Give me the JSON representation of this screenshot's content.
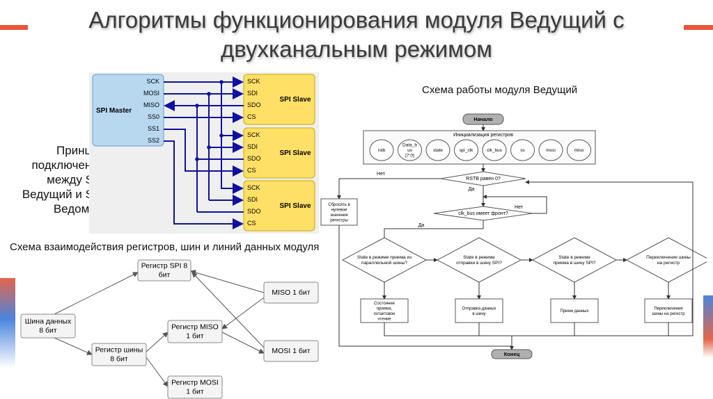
{
  "slide": {
    "title_line1": "Алгоритмы функционирования модуля Ведущий с",
    "title_line2": "двухканальным режимом",
    "principle": "Принцип подключения между SPI Ведущий и SPI Ведомые",
    "caption_flow": "Схема работы модуля Ведущий",
    "caption_regs": "Схема взаимодействия регистров, шин и линий данных модуля"
  },
  "spi": {
    "master": "SPI Master",
    "master_pins": [
      "SCK",
      "MOSI",
      "MISO",
      "SS0",
      "SS1",
      "SS2"
    ],
    "slave": "SPI Slave",
    "slave_pins": [
      "SCK",
      "SDI",
      "SDO",
      "CS"
    ]
  },
  "regs": {
    "bus": "Шина данных\n8 бит",
    "spi_reg": "Регистр SPI 8\nбит",
    "shift_reg": "Регистр шины\n8 бит",
    "miso_reg": "Регистр MISO\n1 бит",
    "mosi_reg": "Регистр MOSI\n1 бит",
    "miso": "MISO 1 бит",
    "mosi": "MOSI 1 бит"
  },
  "flow": {
    "start": "Начало",
    "init": "Инициализация регистров",
    "init_regs": [
      "rstb",
      "Data_b\nus\n[7:0]",
      "state",
      "spi_clk",
      "clk_bus",
      "ss",
      "mosi",
      "miso"
    ],
    "q1": "RSTB равен 0?",
    "no": "Нет",
    "yes": "Да",
    "reset": "Сбросить в\nнулевое\nзначение\nрегистры",
    "q2": "clk_bus имеет фронт?",
    "states": [
      "State в режиме приема из\nпараллельной шины?",
      "State в режиме\nотправки в шину SPI?",
      "State в режиме\nприема в шину SPI?",
      "Переключение шины\nна регистр"
    ],
    "actions": [
      "Состояние\nприема,\nпотактовое\nчтение",
      "Отправка данных\nв шину",
      "Прием данных",
      "Переключение\nшины на регистр"
    ],
    "end": "Конец"
  },
  "colors": {
    "accent_red": "#e8553a",
    "master_fill": "#b8d8f0",
    "slave_fill": "#ffe066",
    "wire_blue": "#1010a0"
  }
}
